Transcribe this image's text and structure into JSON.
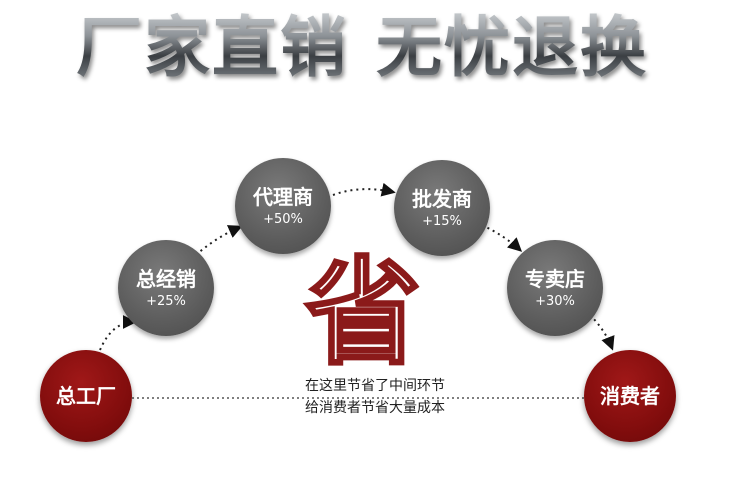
{
  "headline": {
    "left": "厂家直销",
    "right": "无忧退换"
  },
  "chain": [
    {
      "id": "factory",
      "label": "总工厂",
      "markup": "",
      "color": "#820d0d"
    },
    {
      "id": "general",
      "label": "总经销",
      "markup": "+25%",
      "color": "#5c5c5c"
    },
    {
      "id": "agent",
      "label": "代理商",
      "markup": "+50%",
      "color": "#5c5c5c"
    },
    {
      "id": "wholesale",
      "label": "批发商",
      "markup": "+15%",
      "color": "#5c5c5c"
    },
    {
      "id": "retail",
      "label": "专卖店",
      "markup": "+30%",
      "color": "#5c5c5c"
    },
    {
      "id": "consumer",
      "label": "消费者",
      "markup": "",
      "color": "#820d0d"
    }
  ],
  "center": {
    "big_char": "省",
    "note_line1": "在这里节省了中间环节",
    "note_line2": "给消费者节省大量成本",
    "accent": "#8b1a1a"
  }
}
